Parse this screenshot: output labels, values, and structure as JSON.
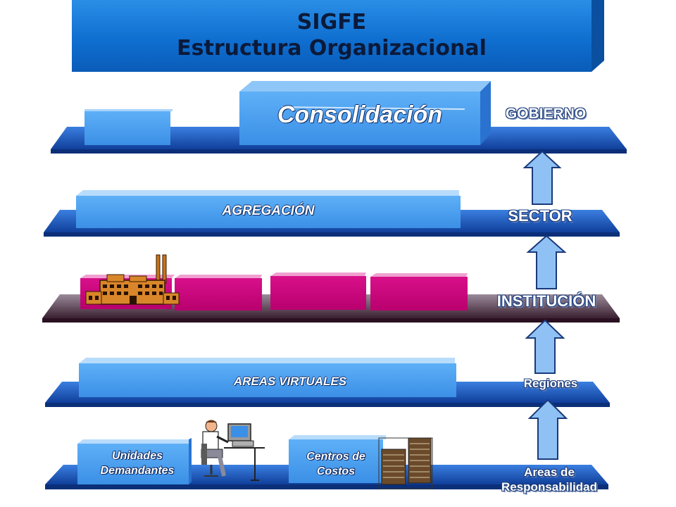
{
  "title": {
    "line1": "SIGFE",
    "line2": "Estructura Organizacional"
  },
  "blocks": {
    "consolidacion": "Consolidación",
    "agregacion": "AGREGACIÓN",
    "areas_virtuales": "AREAS VIRTUALES",
    "unidades_demandantes_line1": "Unidades",
    "unidades_demandantes_line2": "Demandantes",
    "centros_costos_line1": "Centros de",
    "centros_costos_line2": "Costos"
  },
  "levels": {
    "gobierno": "GOBIERNO",
    "sector": "SECTOR",
    "institucion": "INSTITUCIÓN",
    "regiones": "Regiones",
    "areas_line1": "Areas de",
    "areas_line2": "Responsabilidad"
  },
  "icons": [
    "factory-icon",
    "worker-at-computer-icon",
    "document-stacks-icon",
    "up-arrow-icon"
  ],
  "colors": {
    "title_blue": "#1479d8",
    "plane_blue": "#1e5bbf",
    "block_light_blue": "#4aa0f0",
    "institution_magenta": "#c8007a",
    "institution_plane": "#5a3a50",
    "arrow_fill": "#8fc1f5"
  }
}
